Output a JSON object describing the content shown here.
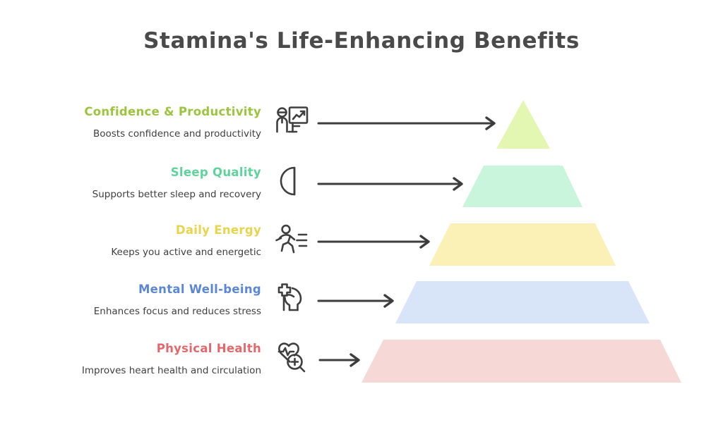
{
  "header": {
    "title": "Stamina's Life-Enhancing Benefits"
  },
  "colors": {
    "background": "#ffffff",
    "title_text": "#4a4a4a",
    "body_text": "#3f3f3f",
    "arrow": "#3d3d3d",
    "icon": "#3f3f3f"
  },
  "rows": [
    {
      "title": "Confidence & Productivity",
      "subtitle": "Boosts confidence and productivity",
      "title_color": "#9cc43f",
      "icon": "presentation-chart-person-icon",
      "layer_color": "#e4f7b2",
      "arrow_length": 256
    },
    {
      "title": "Sleep Quality",
      "subtitle": "Supports better sleep and recovery",
      "title_color": "#5ed39b",
      "icon": "half-moon-icon",
      "layer_color": "#c9f5dd",
      "arrow_length": 210
    },
    {
      "title": "Daily Energy",
      "subtitle": "Keeps you active and energetic",
      "title_color": "#e8d44d",
      "icon": "running-person-icon",
      "layer_color": "#fbf0b5",
      "arrow_length": 163
    },
    {
      "title": "Mental Well-being",
      "subtitle": "Enhances focus and reduces stress",
      "title_color": "#5b87d6",
      "icon": "head-medical-cross-icon",
      "layer_color": "#d8e5f8",
      "arrow_length": 112
    },
    {
      "title": "Physical Health",
      "subtitle": "Improves heart health and circulation",
      "title_color": "#e4686b",
      "icon": "heart-pulse-search-icon",
      "layer_color": "#f6d9d7",
      "arrow_length": 62
    }
  ],
  "chart_data": {
    "type": "pyramid",
    "title": "Stamina's Life-Enhancing Benefits",
    "levels": [
      {
        "rank": 1,
        "label": "Confidence & Productivity",
        "description": "Boosts confidence and productivity",
        "color": "#e4f7b2",
        "top_width": 0,
        "bottom_width": 76
      },
      {
        "rank": 2,
        "label": "Sleep Quality",
        "description": "Supports better sleep and recovery",
        "color": "#c9f5dd",
        "top_width": 112,
        "bottom_width": 170
      },
      {
        "rank": 3,
        "label": "Daily Energy",
        "description": "Keeps you active and energetic",
        "color": "#fbf0b5",
        "top_width": 205,
        "bottom_width": 264
      },
      {
        "rank": 4,
        "label": "Mental Well-being",
        "description": "Enhances focus and reduces stress",
        "color": "#d8e5f8",
        "top_width": 300,
        "bottom_width": 360
      },
      {
        "rank": 5,
        "label": "Physical Health",
        "description": "Improves heart health and circulation",
        "color": "#f6d9d7",
        "top_width": 392,
        "bottom_width": 453
      }
    ],
    "orientation": "apex-up",
    "legend": "none",
    "grid": false
  }
}
